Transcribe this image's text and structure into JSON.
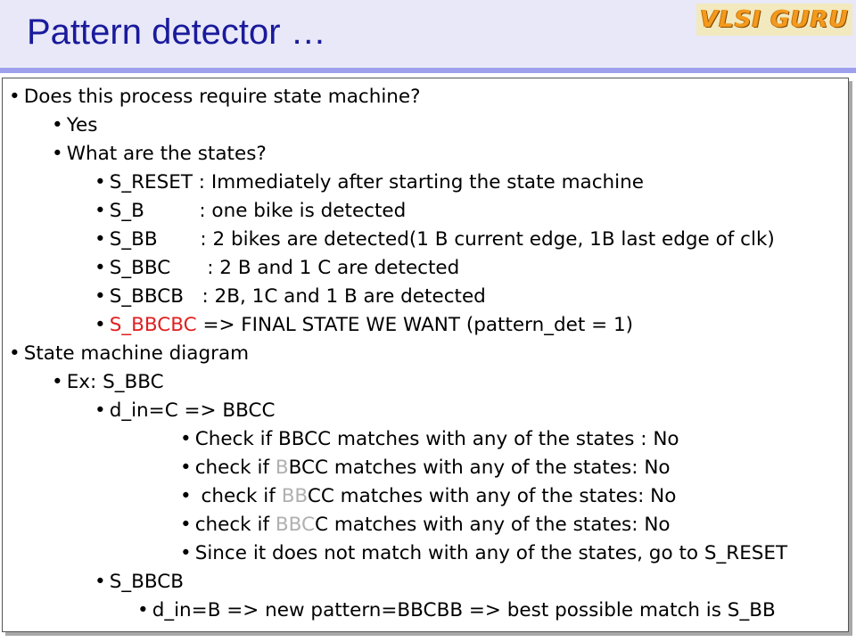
{
  "slide": {
    "title": "Pattern detector …",
    "logo": "VLSI GURU",
    "bullet": "•",
    "lines": [
      {
        "text": "Does this process require state machine?"
      },
      {
        "text": "Yes"
      },
      {
        "text": "What are the states?"
      },
      {
        "text": "S_RESET : Immediately after starting the state machine"
      },
      {
        "text": "S_B         : one bike is detected"
      },
      {
        "text": "S_BB       : 2 bikes are detected(1 B current edge, 1B last edge of clk)"
      },
      {
        "text": "S_BBC      : 2 B and 1 C are detected"
      },
      {
        "text": "S_BBCB   : 2B, 1C and 1 B are detected"
      },
      {
        "hl": "S_BBCBC",
        "text": " => FINAL STATE WE WANT (pattern_det = 1)"
      },
      {
        "text": "State machine diagram"
      },
      {
        "text": "Ex: S_BBC"
      },
      {
        "text": "d_in=C => BBCC"
      },
      {
        "text": "Check if BBCC matches with any of the states : No"
      },
      {
        "pre": "check if ",
        "faded": "B",
        "text": "BCC matches with any of the states: No"
      },
      {
        "pre": " check if ",
        "faded": "BB",
        "text": "CC matches with any of the states: No"
      },
      {
        "pre": "check if ",
        "faded": "BBC",
        "text": "C matches with any of the states: No"
      },
      {
        "text": "Since it does not match with any of the states, go to S_RESET"
      },
      {
        "text": "S_BBCB"
      },
      {
        "text": "d_in=B => new pattern=BBCBB => best possible match is S_BB"
      }
    ]
  }
}
